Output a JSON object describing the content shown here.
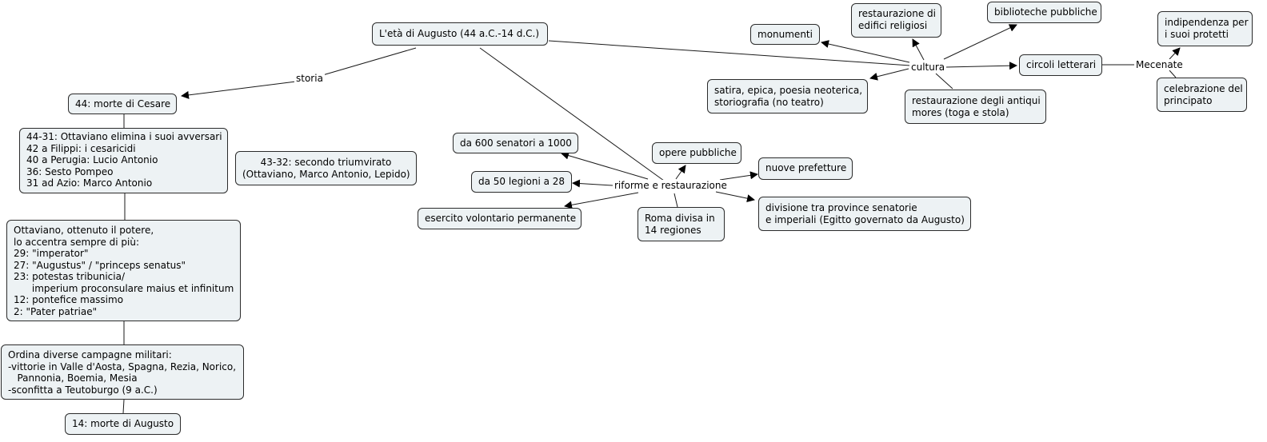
{
  "nodes": {
    "root": "L'età di Augusto (44 a.C.-14 d.C.)",
    "morte_cesare": "44: morte di Cesare",
    "avversari": "44-31: Ottaviano elimina i suoi avversari\n42 a Filippi: i cesaricidi\n40 a Perugia: Lucio Antonio\n36: Sesto Pompeo\n31 ad Azio: Marco Antonio",
    "triumvirato": "43-32: secondo triumvirato\n(Ottaviano, Marco Antonio, Lepido)",
    "potere": "Ottaviano, ottenuto il potere,\nlo accentra sempre di più:\n29: \"imperator\"\n27: \"Augustus\" / \"princeps senatus\"\n23: potestas tribunicia/\n      imperium proconsulare maius et infinitum\n12: pontefice massimo\n2: \"Pater patriae\"",
    "campagne": "Ordina diverse campagne militari:\n-vittorie in Valle d'Aosta, Spagna, Rezia, Norico,\n   Pannonia, Boemia, Mesia\n-sconfitta a Teutoburgo (9 a.C.)",
    "morte_augusto": "14: morte di Augusto",
    "senatori": "da 600 senatori a 1000",
    "legioni": "da 50 legioni a 28",
    "esercito": "esercito volontario permanente",
    "opere": "opere pubbliche",
    "prefetture": "nuove prefetture",
    "regiones": "Roma divisa in\n14 regiones",
    "province": "divisione tra province senatorie\ne imperiali (Egitto governato da Augusto)",
    "monumenti": "monumenti",
    "edifici": "restaurazione di\nedifici religiosi",
    "biblioteche": "biblioteche pubbliche",
    "generi": "satira, epica, poesia neoterica,\nstoriografia (no teatro)",
    "mores": "restaurazione degli antiqui\nmores (toga e stola)",
    "circoli": "circoli letterari",
    "indipendenza": "indipendenza per\ni suoi protetti",
    "celebrazione": "celebrazione del\nprincipato"
  },
  "labels": {
    "storia": "storia",
    "riforme": "riforme e restaurazione",
    "cultura": "cultura",
    "mecenate": "Mecenate"
  },
  "colors": {
    "node_fill": "#edf2f4",
    "node_border": "#2b2b2b",
    "line": "#1a1a1a"
  }
}
